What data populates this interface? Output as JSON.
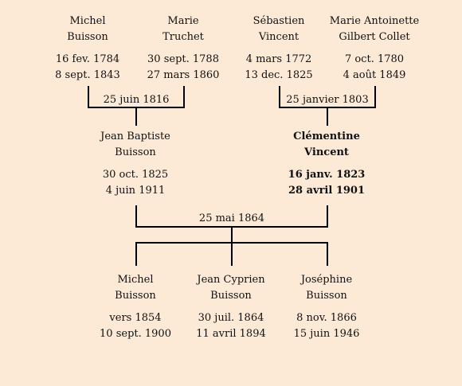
{
  "colors": {
    "background": "#fce9d6",
    "line": "#000000",
    "text": "#111111"
  },
  "grandparents_paternal": {
    "father": {
      "first": "Michel",
      "last": "Buisson",
      "birth": "16 fev. 1784",
      "death": "8 sept. 1843"
    },
    "mother": {
      "first": "Marie",
      "last": "Truchet",
      "birth": "30 sept. 1788",
      "death": "27 mars 1860"
    },
    "marriage": "25 juin 1816"
  },
  "grandparents_maternal": {
    "father": {
      "first": "Sébastien",
      "last": "Vincent",
      "birth": "4 mars 1772",
      "death": "13 dec. 1825"
    },
    "mother": {
      "first": "Marie Antoinette",
      "last": "Gilbert Collet",
      "birth": "7 oct. 1780",
      "death": "4 août 1849"
    },
    "marriage": "25 janvier 1803"
  },
  "parents": {
    "father": {
      "first": "Jean Baptiste",
      "last": "Buisson",
      "birth": "30 oct. 1825",
      "death": "4 juin 1911"
    },
    "mother": {
      "first": "Clémentine",
      "last": "Vincent",
      "birth": "16 janv. 1823",
      "death": "28 avril 1901"
    },
    "marriage": "25 mai 1864"
  },
  "children": [
    {
      "first": "Michel",
      "last": "Buisson",
      "birth": "vers 1854",
      "death": "10 sept. 1900"
    },
    {
      "first": "Jean Cyprien",
      "last": "Buisson",
      "birth": "30 juil. 1864",
      "death": "11 avril 1894"
    },
    {
      "first": "Joséphine",
      "last": "Buisson",
      "birth": "8 nov. 1866",
      "death": "15 juin 1946"
    }
  ]
}
